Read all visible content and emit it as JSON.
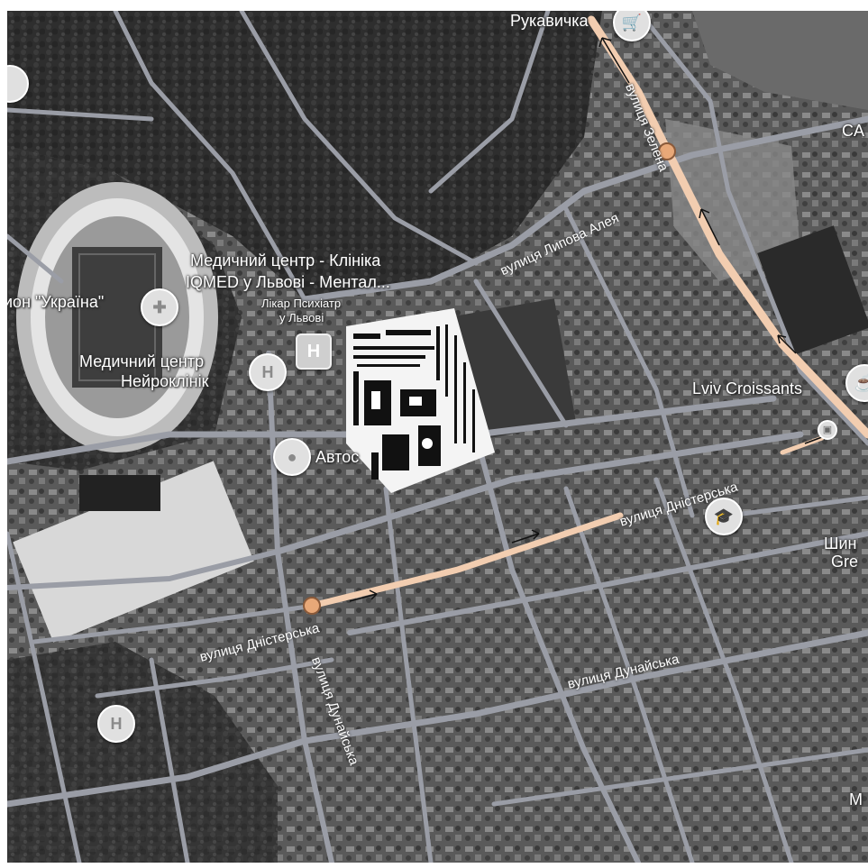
{
  "places": {
    "rukavychka": "Рукавичка",
    "medcenter_line1": "Медичний центр - Клініка",
    "medcenter_line2": "IQMED у Львові - Ментал...",
    "psychiatrist_line1": "Лікар Психіатр",
    "psychiatrist_line2": "у Львові",
    "stadium": "ион \"Україна\"",
    "neuro_line1": "Медичний центр",
    "neuro_line2": "Нейроклінік",
    "autostation": "Автос",
    "croissants": "Lviv Croissants",
    "ca": "CA",
    "shyn_line1": "Шин",
    "shyn_line2": "Gre",
    "m": "М"
  },
  "streets": {
    "lypova": "вулиця Липова Алея",
    "zelena": "вулиця Зелена",
    "dnisterska_east": "вулиця Дністерська",
    "dnisterska_west": "вулиця Дністерська",
    "dunaiska_east": "вулиця Дунайська",
    "dunaiska_south": "вулиця Дунайська"
  },
  "pin_letters": {
    "hospital": "H"
  },
  "colors": {
    "route": "#f2cdb0",
    "route_marker": "#e8a878",
    "road": "#9a9da6",
    "vegetation": "#2f2f2f"
  },
  "icons": [
    "shopping-cart-icon",
    "hospital-icon",
    "health-icon",
    "pin-icon",
    "bus-stop-icon",
    "education-icon",
    "cafe-icon"
  ]
}
